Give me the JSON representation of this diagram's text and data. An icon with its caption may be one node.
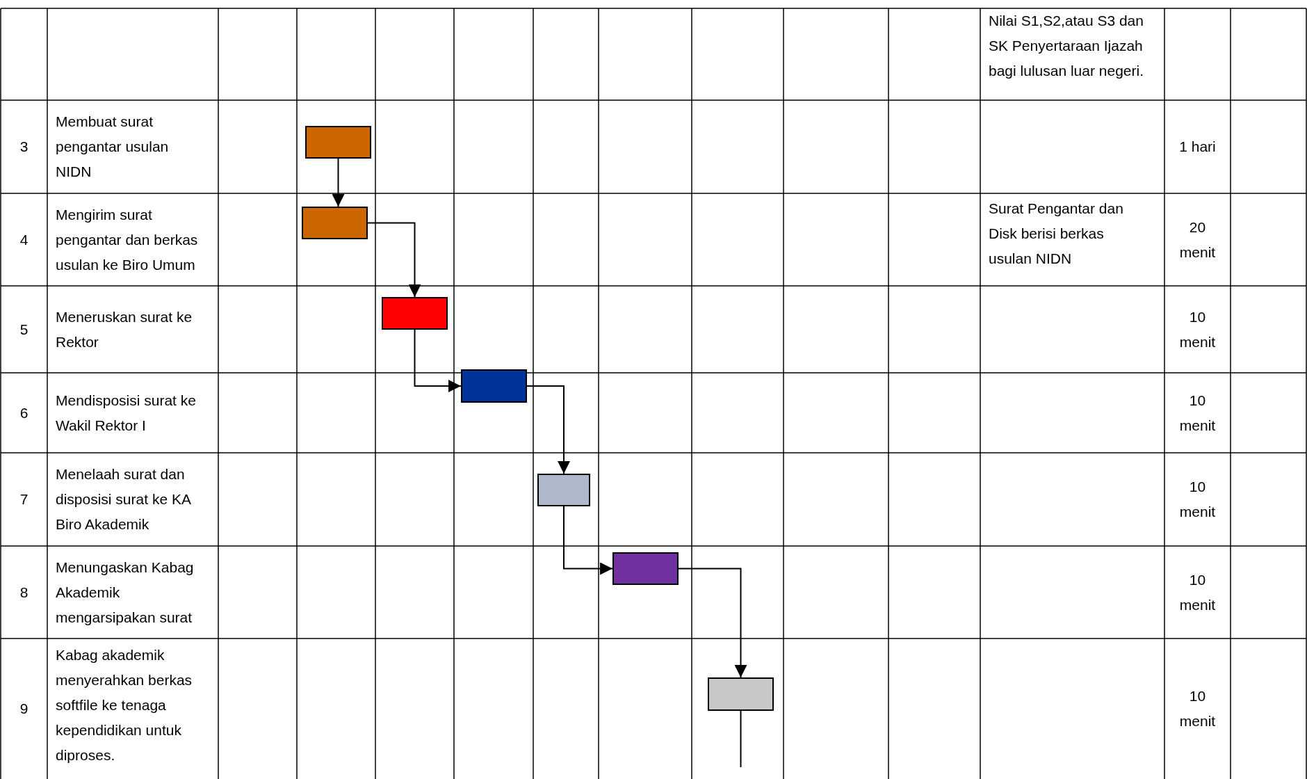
{
  "diagram": {
    "nodes": [
      {
        "text": [],
        "shape": "box"
      },
      {
        "text": [],
        "shape": "box"
      },
      {
        "text": [],
        "shape": "box"
      },
      {
        "text": [],
        "shape": "box"
      },
      {
        "text": [],
        "shape": "box"
      },
      {
        "text": [],
        "shape": "box"
      },
      {
        "text": [],
        "shape": "box"
      }
    ],
    "edges": [
      {
        "from": 0,
        "to": 1,
        "arrow": "to"
      },
      {
        "from": 1,
        "to": 2,
        "arrow": "to"
      },
      {
        "from": 2,
        "to": 3,
        "arrow": "to"
      },
      {
        "from": 3,
        "to": 4,
        "arrow": "to"
      },
      {
        "from": 4,
        "to": 5,
        "arrow": "to"
      },
      {
        "from": 5,
        "to": 6,
        "arrow": "to"
      },
      {
        "from": 6,
        "to": null,
        "arrow": "none"
      }
    ],
    "labels": [
      "Nilai S1,S2,atau S3 dan SK Penyertaraan Ijazah bagi lulusan luar negeri.",
      "3",
      "Membuat surat pengantar usulan NIDN",
      "1 hari",
      "4",
      "Mengirim surat pengantar dan berkas usulan ke Biro Umum",
      "Surat Pengantar dan Disk berisi berkas usulan NIDN",
      "20 menit",
      "5",
      "Meneruskan surat ke Rektor",
      "10 menit",
      "6",
      "Mendisposisi surat ke Wakil Rektor I",
      "10 menit",
      "7",
      "Menelaah surat dan disposisi surat ke KA Biro Akademik",
      "10 menit",
      "8",
      "Menungaskan Kabag Akademik mengarsipakan surat",
      "10 menit",
      "9",
      "Kabag akademik menyerahkan berkas softfile ke tenaga kependidikan untuk diproses.",
      "10 menit"
    ]
  }
}
